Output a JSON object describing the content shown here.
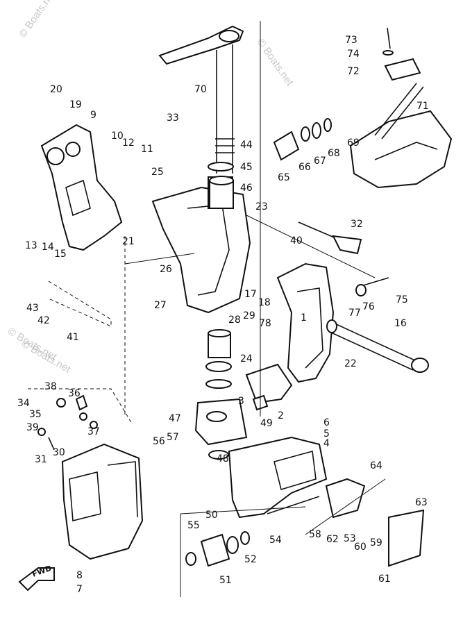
{
  "diagram": {
    "watermark": "© Boats.net",
    "direction_label": "FWD",
    "callouts": [
      "1",
      "2",
      "3",
      "4",
      "5",
      "6",
      "7",
      "8",
      "9",
      "10",
      "11",
      "12",
      "13",
      "14",
      "15",
      "16",
      "17",
      "18",
      "19",
      "20",
      "21",
      "22",
      "23",
      "24",
      "25",
      "26",
      "27",
      "28",
      "29",
      "30",
      "31",
      "32",
      "33",
      "34",
      "35",
      "36",
      "37",
      "38",
      "39",
      "40",
      "41",
      "42",
      "43",
      "44",
      "45",
      "46",
      "47",
      "48",
      "49",
      "50",
      "51",
      "52",
      "53",
      "54",
      "55",
      "56",
      "57",
      "58",
      "59",
      "60",
      "61",
      "62",
      "63",
      "64",
      "65",
      "66",
      "67",
      "68",
      "69",
      "70",
      "71",
      "72",
      "73",
      "74",
      "75",
      "76",
      "77",
      "78"
    ]
  }
}
